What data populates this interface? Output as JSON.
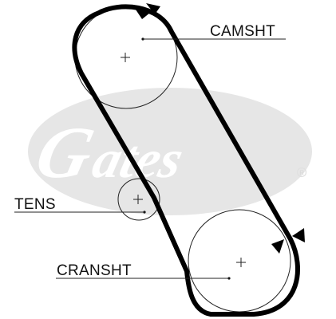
{
  "diagram": {
    "labels": {
      "camshaft": "CAMSHT",
      "tensioner": "TENS",
      "crankshaft": "CRANSHT"
    },
    "watermark": {
      "brand": "Gates",
      "registered_mark": "®",
      "color": "#e6e6e6"
    },
    "colors": {
      "belt": "#000000",
      "pulley_outline": "#222222",
      "leader_line": "#222222"
    },
    "icons": {
      "pulley_center_mark": "plus-icon",
      "rotation_direction": "arrow-triangle-icon"
    }
  }
}
